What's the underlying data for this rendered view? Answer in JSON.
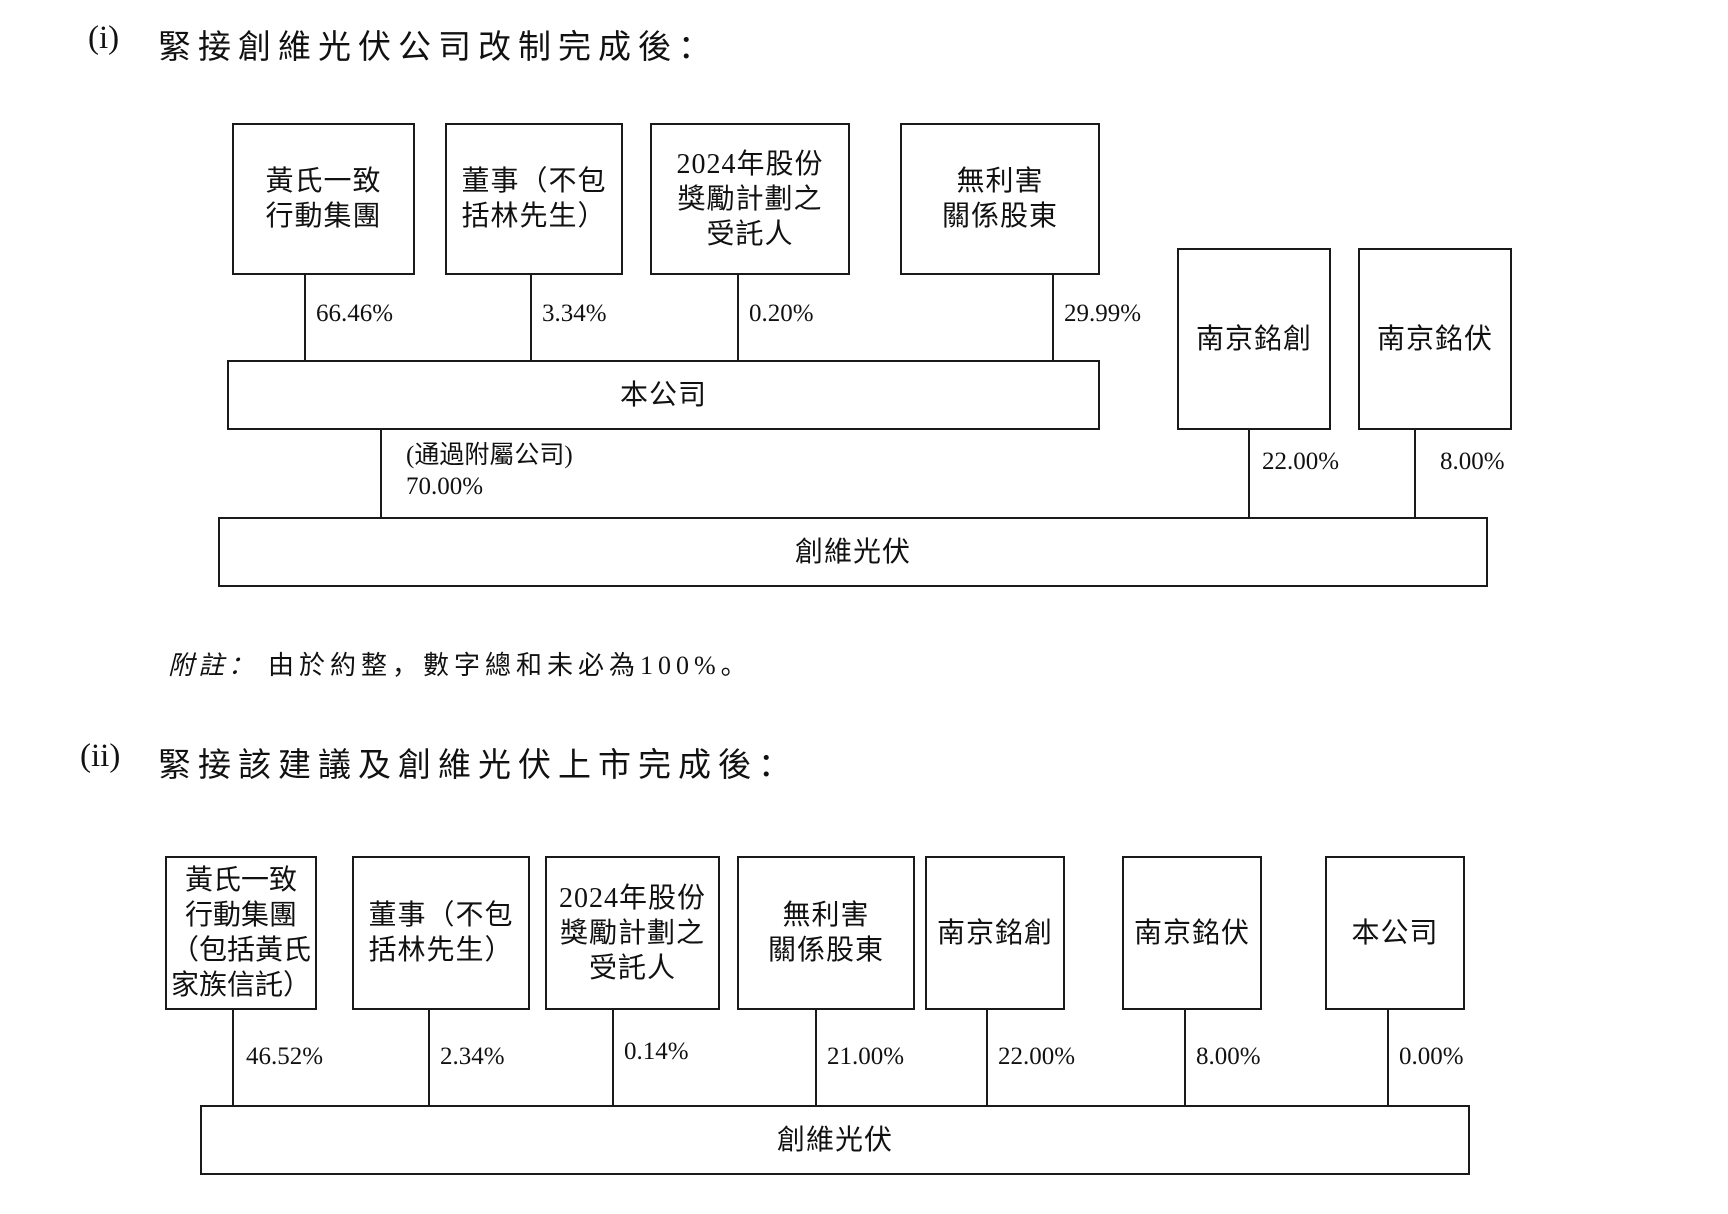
{
  "document": {
    "section_i": {
      "marker": "(i)",
      "heading": "緊接創維光伏公司改制完成後：",
      "diagram": {
        "shareholders": [
          {
            "text": "黃氏一致\n行動集團",
            "pct": "66.46%"
          },
          {
            "text": "董事（不包\n括林先生）",
            "pct": "3.34%"
          },
          {
            "text": "2024年股份\n獎勵計劃之\n受託人",
            "pct": "0.20%"
          },
          {
            "text": "無利害\n關係股東",
            "pct": "29.99%"
          }
        ],
        "company": {
          "text": "本公司"
        },
        "company_holding": {
          "note": "(通過附屬公司)",
          "pct": "70.00%"
        },
        "side_shareholders": [
          {
            "text": "南京銘創",
            "pct": "22.00%"
          },
          {
            "text": "南京銘伏",
            "pct": "8.00%"
          }
        ],
        "target": {
          "text": "創維光伏"
        }
      },
      "note": {
        "label": "附註：",
        "text": "由於約整，數字總和未必為100%。"
      }
    },
    "section_ii": {
      "marker": "(ii)",
      "heading": "緊接該建議及創維光伏上市完成後：",
      "diagram": {
        "shareholders": [
          {
            "text": "黃氏一致\n行動集團\n（包括黃氏\n家族信託）",
            "pct": "46.52%"
          },
          {
            "text": "董事（不包\n括林先生）",
            "pct": "2.34%"
          },
          {
            "text": "2024年股份\n獎勵計劃之\n受託人",
            "pct": "0.14%"
          },
          {
            "text": "無利害\n關係股東",
            "pct": "21.00%"
          },
          {
            "text": "南京銘創",
            "pct": "22.00%"
          },
          {
            "text": "南京銘伏",
            "pct": "8.00%"
          },
          {
            "text": "本公司",
            "pct": "0.00%"
          }
        ],
        "target": {
          "text": "創維光伏"
        }
      }
    }
  }
}
